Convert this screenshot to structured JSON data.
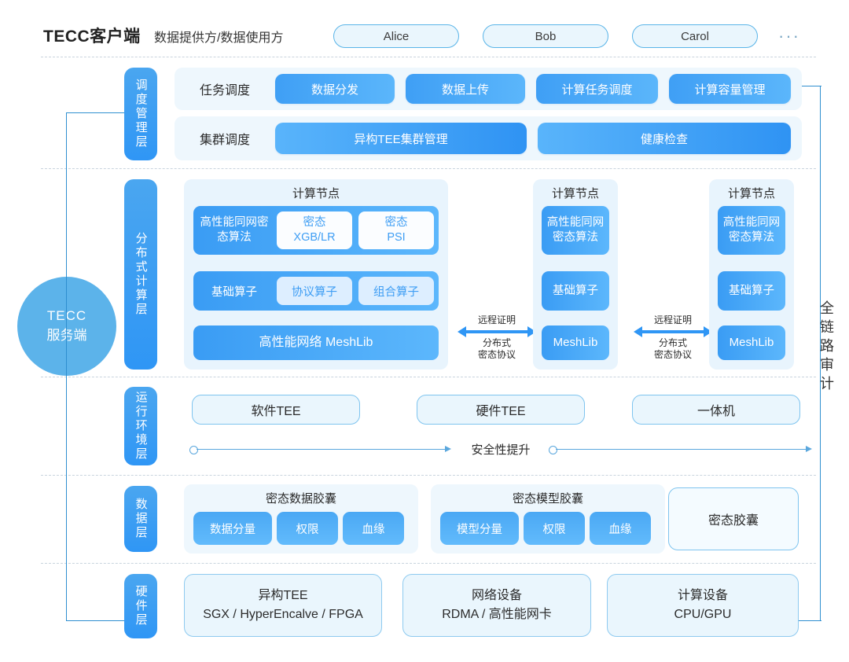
{
  "header": {
    "title": "TECC客户端",
    "subtitle": "数据提供方/数据使用方",
    "parties": [
      "Alice",
      "Bob",
      "Carol"
    ],
    "more": "···"
  },
  "server": {
    "line1": "TECC",
    "line2": "服务端"
  },
  "audit_label": "全链路审计",
  "layers": [
    {
      "id": "scheduling",
      "pill": "调度管理层",
      "rows": [
        {
          "label": "任务调度",
          "items": [
            "数据分发",
            "数据上传",
            "计算任务调度",
            "计算容量管理"
          ]
        },
        {
          "label": "集群调度",
          "items": [
            "异构TEE集群管理",
            "健康检查"
          ]
        }
      ]
    },
    {
      "id": "distributed-compute",
      "pill": "分布式计算层",
      "nodes": [
        {
          "title": "计算节点",
          "rows": [
            {
              "band": "高性能同网密态算法",
              "chips": [
                "密态\nXGB/LR",
                "密态\nPSI"
              ]
            },
            {
              "band": "基础算子",
              "chips": [
                "协议算子",
                "组合算子"
              ]
            },
            {
              "band": "高性能网络 MeshLib",
              "chips": []
            }
          ]
        },
        {
          "title": "计算节点",
          "rows": [
            {
              "band": "高性能同网密态算法",
              "chips": []
            },
            {
              "band": "基础算子",
              "chips": []
            },
            {
              "band": "MeshLib",
              "chips": []
            }
          ]
        },
        {
          "title": "计算节点",
          "rows": [
            {
              "band": "高性能同网密态算法",
              "chips": []
            },
            {
              "band": "基础算子",
              "chips": []
            },
            {
              "band": "MeshLib",
              "chips": []
            }
          ]
        }
      ],
      "connectors": [
        {
          "top": "远程证明",
          "bottom": "分布式\n密态协议"
        },
        {
          "top": "远程证明",
          "bottom": "分布式\n密态协议"
        }
      ]
    },
    {
      "id": "runtime",
      "pill": "运行环境层",
      "items": [
        "软件TEE",
        "硬件TEE",
        "一体机"
      ],
      "axis_label": "安全性提升"
    },
    {
      "id": "data",
      "pill": "数据层",
      "capsules": [
        {
          "title": "密态数据胶囊",
          "chips": [
            "数据分量",
            "权限",
            "血缘"
          ]
        },
        {
          "title": "密态模型胶囊",
          "chips": [
            "模型分量",
            "权限",
            "血缘"
          ]
        }
      ],
      "standalone": "密态胶囊"
    },
    {
      "id": "hardware",
      "pill": "硬件层",
      "items": [
        {
          "line1": "异构TEE",
          "line2": "SGX / HyperEncalve / FPGA"
        },
        {
          "line1": "网络设备",
          "line2": "RDMA / 高性能网卡"
        },
        {
          "line1": "计算设备",
          "line2": "CPU/GPU"
        }
      ]
    }
  ],
  "colors": {
    "accent": "#2f96f5",
    "accent_light": "#5cb7fc",
    "panel_bg": "#eef7fd",
    "node_bg": "#e8f4fd",
    "outline": "#7ec4ef",
    "circle": "#5cb3ea",
    "dash": "#c9d4de"
  }
}
